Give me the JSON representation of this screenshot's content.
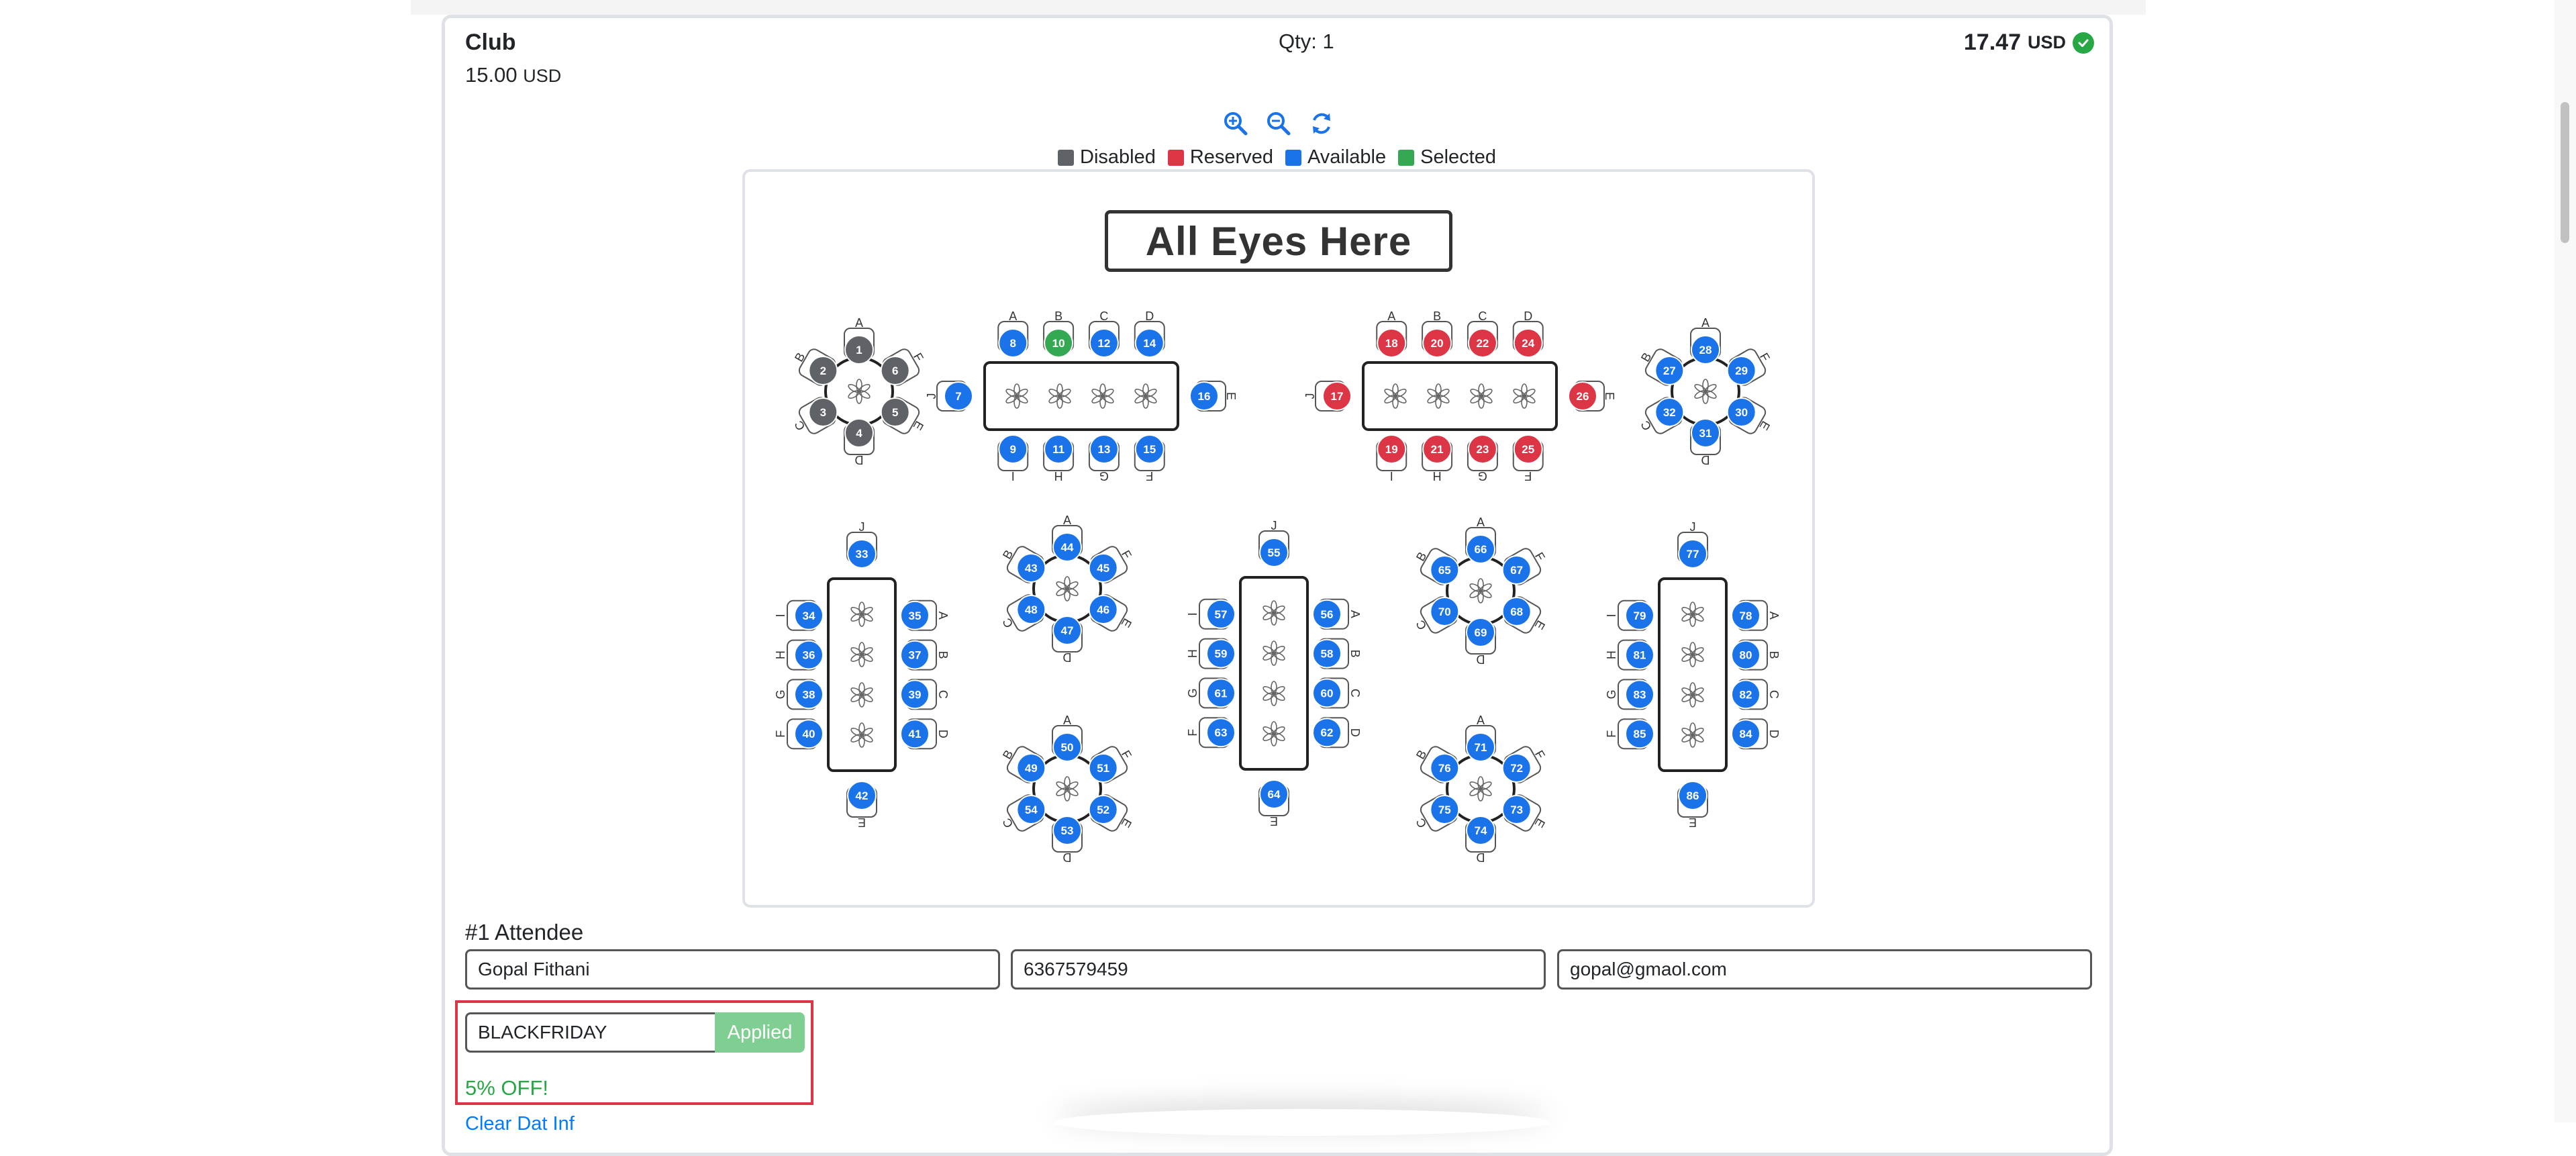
{
  "product": {
    "name": "Club",
    "price": "15.00",
    "price_currency": "USD"
  },
  "quantity": {
    "label": "Qty: 1"
  },
  "total": {
    "amount": "17.47",
    "currency": "USD",
    "status_icon": "check-circle-icon"
  },
  "zoom_controls": [
    {
      "name": "zoom-in-icon"
    },
    {
      "name": "zoom-out-icon"
    },
    {
      "name": "refresh-icon"
    }
  ],
  "legend": [
    {
      "label": "Disabled",
      "color": "#5f6368"
    },
    {
      "label": "Reserved",
      "color": "#dc3545"
    },
    {
      "label": "Available",
      "color": "#1a73e8"
    },
    {
      "label": "Selected",
      "color": "#34a853"
    }
  ],
  "seat_map": {
    "title": "All Eyes Here",
    "status_colors": {
      "disabled": "#5f6368",
      "reserved": "#dc3545",
      "available": "#1a73e8",
      "selected": "#34a853"
    },
    "tables": [
      {
        "shape": "round",
        "seats": [
          {
            "n": "1",
            "side": "A",
            "status": "disabled"
          },
          {
            "n": "6",
            "side": "F",
            "status": "disabled"
          },
          {
            "n": "5",
            "side": "E",
            "status": "disabled"
          },
          {
            "n": "4",
            "side": "D",
            "status": "disabled"
          },
          {
            "n": "3",
            "side": "C",
            "status": "disabled"
          },
          {
            "n": "2",
            "side": "B",
            "status": "disabled"
          }
        ]
      },
      {
        "shape": "rect-h",
        "top": [
          {
            "n": "8",
            "side": "A",
            "status": "available"
          },
          {
            "n": "10",
            "side": "B",
            "status": "selected"
          },
          {
            "n": "12",
            "side": "C",
            "status": "available"
          },
          {
            "n": "14",
            "side": "D",
            "status": "available"
          }
        ],
        "bottom": [
          {
            "n": "9",
            "side": "I",
            "status": "available"
          },
          {
            "n": "11",
            "side": "H",
            "status": "available"
          },
          {
            "n": "13",
            "side": "G",
            "status": "available"
          },
          {
            "n": "15",
            "side": "F",
            "status": "available"
          }
        ],
        "left": {
          "n": "7",
          "side": "J",
          "status": "available"
        },
        "right": {
          "n": "16",
          "side": "E",
          "status": "available"
        }
      },
      {
        "shape": "rect-h",
        "top": [
          {
            "n": "18",
            "side": "A",
            "status": "reserved"
          },
          {
            "n": "20",
            "side": "B",
            "status": "reserved"
          },
          {
            "n": "22",
            "side": "C",
            "status": "reserved"
          },
          {
            "n": "24",
            "side": "D",
            "status": "reserved"
          }
        ],
        "bottom": [
          {
            "n": "19",
            "side": "I",
            "status": "reserved"
          },
          {
            "n": "21",
            "side": "H",
            "status": "reserved"
          },
          {
            "n": "23",
            "side": "G",
            "status": "reserved"
          },
          {
            "n": "25",
            "side": "F",
            "status": "reserved"
          }
        ],
        "left": {
          "n": "17",
          "side": "J",
          "status": "reserved"
        },
        "right": {
          "n": "26",
          "side": "E",
          "status": "reserved"
        }
      },
      {
        "shape": "round",
        "seats": [
          {
            "n": "28",
            "side": "A",
            "status": "available"
          },
          {
            "n": "29",
            "side": "F",
            "status": "available"
          },
          {
            "n": "30",
            "side": "E",
            "status": "available"
          },
          {
            "n": "31",
            "side": "D",
            "status": "available"
          },
          {
            "n": "32",
            "side": "C",
            "status": "available"
          },
          {
            "n": "27",
            "side": "B",
            "status": "available"
          }
        ]
      },
      {
        "shape": "rect-v",
        "left": [
          {
            "n": "34",
            "side": "I",
            "status": "available"
          },
          {
            "n": "36",
            "side": "H",
            "status": "available"
          },
          {
            "n": "38",
            "side": "G",
            "status": "available"
          },
          {
            "n": "40",
            "side": "F",
            "status": "available"
          }
        ],
        "right": [
          {
            "n": "35",
            "side": "A",
            "status": "available"
          },
          {
            "n": "37",
            "side": "B",
            "status": "available"
          },
          {
            "n": "39",
            "side": "C",
            "status": "available"
          },
          {
            "n": "41",
            "side": "D",
            "status": "available"
          }
        ],
        "top": {
          "n": "33",
          "side": "J",
          "status": "available"
        },
        "bottom": {
          "n": "42",
          "side": "E",
          "status": "available"
        }
      },
      {
        "shape": "round",
        "seats": [
          {
            "n": "44",
            "side": "A",
            "status": "available"
          },
          {
            "n": "45",
            "side": "F",
            "status": "available"
          },
          {
            "n": "46",
            "side": "E",
            "status": "available"
          },
          {
            "n": "47",
            "side": "D",
            "status": "available"
          },
          {
            "n": "48",
            "side": "C",
            "status": "available"
          },
          {
            "n": "43",
            "side": "B",
            "status": "available"
          }
        ]
      },
      {
        "shape": "round",
        "seats": [
          {
            "n": "50",
            "side": "A",
            "status": "available"
          },
          {
            "n": "51",
            "side": "F",
            "status": "available"
          },
          {
            "n": "52",
            "side": "E",
            "status": "available"
          },
          {
            "n": "53",
            "side": "D",
            "status": "available"
          },
          {
            "n": "54",
            "side": "C",
            "status": "available"
          },
          {
            "n": "49",
            "side": "B",
            "status": "available"
          }
        ]
      },
      {
        "shape": "rect-v",
        "left": [
          {
            "n": "57",
            "side": "I",
            "status": "available"
          },
          {
            "n": "59",
            "side": "H",
            "status": "available"
          },
          {
            "n": "61",
            "side": "G",
            "status": "available"
          },
          {
            "n": "63",
            "side": "F",
            "status": "available"
          }
        ],
        "right": [
          {
            "n": "56",
            "side": "A",
            "status": "available"
          },
          {
            "n": "58",
            "side": "B",
            "status": "available"
          },
          {
            "n": "60",
            "side": "C",
            "status": "available"
          },
          {
            "n": "62",
            "side": "D",
            "status": "available"
          }
        ],
        "top": {
          "n": "55",
          "side": "J",
          "status": "available"
        },
        "bottom": {
          "n": "64",
          "side": "E",
          "status": "available"
        }
      },
      {
        "shape": "round",
        "seats": [
          {
            "n": "66",
            "side": "A",
            "status": "available"
          },
          {
            "n": "67",
            "side": "F",
            "status": "available"
          },
          {
            "n": "68",
            "side": "E",
            "status": "available"
          },
          {
            "n": "69",
            "side": "D",
            "status": "available"
          },
          {
            "n": "70",
            "side": "C",
            "status": "available"
          },
          {
            "n": "65",
            "side": "B",
            "status": "available"
          }
        ]
      },
      {
        "shape": "round",
        "seats": [
          {
            "n": "71",
            "side": "A",
            "status": "available"
          },
          {
            "n": "72",
            "side": "F",
            "status": "available"
          },
          {
            "n": "73",
            "side": "E",
            "status": "available"
          },
          {
            "n": "74",
            "side": "D",
            "status": "available"
          },
          {
            "n": "75",
            "side": "C",
            "status": "available"
          },
          {
            "n": "76",
            "side": "B",
            "status": "available"
          }
        ]
      },
      {
        "shape": "rect-v",
        "left": [
          {
            "n": "79",
            "side": "I",
            "status": "available"
          },
          {
            "n": "81",
            "side": "H",
            "status": "available"
          },
          {
            "n": "83",
            "side": "G",
            "status": "available"
          },
          {
            "n": "85",
            "side": "F",
            "status": "available"
          }
        ],
        "right": [
          {
            "n": "78",
            "side": "A",
            "status": "available"
          },
          {
            "n": "80",
            "side": "B",
            "status": "available"
          },
          {
            "n": "82",
            "side": "C",
            "status": "available"
          },
          {
            "n": "84",
            "side": "D",
            "status": "available"
          }
        ],
        "top": {
          "n": "77",
          "side": "J",
          "status": "available"
        },
        "bottom": {
          "n": "86",
          "side": "E",
          "status": "available"
        }
      }
    ]
  },
  "attendee": {
    "title": "#1 Attendee",
    "name": "Gopal Fithani",
    "phone": "6367579459",
    "email": "gopal@gmaol.com"
  },
  "promo": {
    "code": "BLACKFRIDAY",
    "button_label": "Applied",
    "message": "5% OFF!",
    "clear_label": "Clear Dat Inf"
  }
}
